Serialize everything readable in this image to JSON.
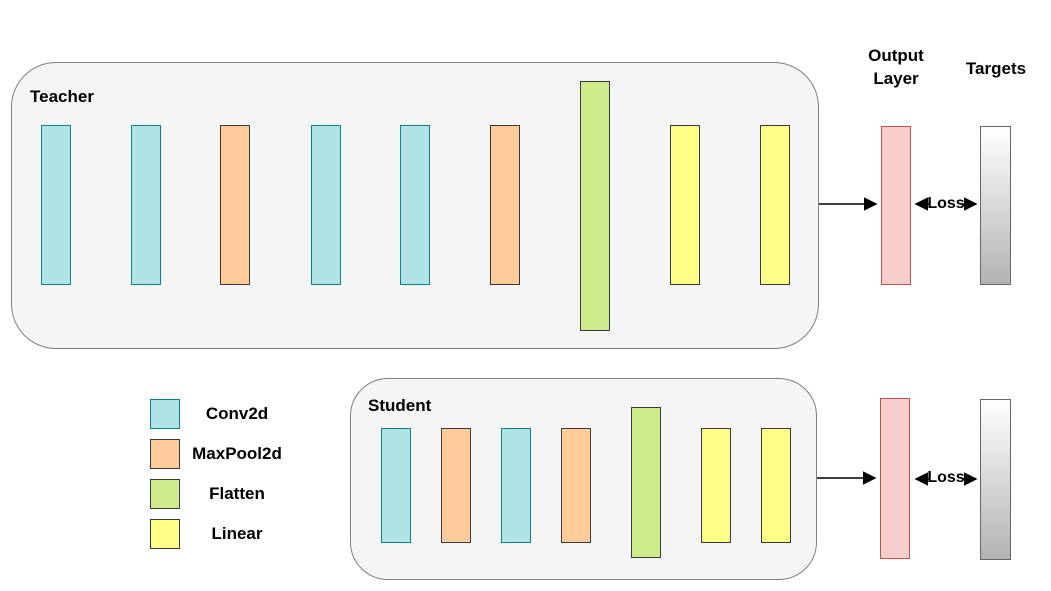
{
  "teacher": {
    "label": "Teacher",
    "layers": [
      "conv",
      "conv",
      "pool",
      "conv",
      "conv",
      "pool",
      "flatten",
      "linear",
      "linear"
    ]
  },
  "student": {
    "label": "Student",
    "layers": [
      "conv",
      "pool",
      "conv",
      "pool",
      "flatten",
      "linear",
      "linear"
    ]
  },
  "legend": {
    "items": [
      {
        "type": "conv",
        "label": "Conv2d"
      },
      {
        "type": "pool",
        "label": "MaxPool2d"
      },
      {
        "type": "flatten",
        "label": "Flatten"
      },
      {
        "type": "linear",
        "label": "Linear"
      }
    ]
  },
  "output": {
    "label_line1": "Output",
    "label_line2": "Layer"
  },
  "targets": {
    "label": "Targets"
  },
  "loss": {
    "teacher_label": "Loss",
    "student_label": "Loss"
  },
  "colors": {
    "conv_fill": "#b0e3e6",
    "conv_stroke": "#0e8088",
    "pool_fill": "#ffcc99",
    "pool_stroke": "#36393d",
    "flatten_fill": "#cdeb8b",
    "flatten_stroke": "#36393d",
    "linear_fill": "#ffff88",
    "linear_stroke": "#36393d",
    "output_fill": "#f8cecc",
    "output_stroke": "#b85450",
    "target_fill_top": "#ffffff",
    "target_fill_bottom": "#b3b3b3",
    "target_stroke": "#666666",
    "container_fill": "#f5f5f5",
    "container_stroke": "#808080",
    "arrow_color": "#000000"
  }
}
